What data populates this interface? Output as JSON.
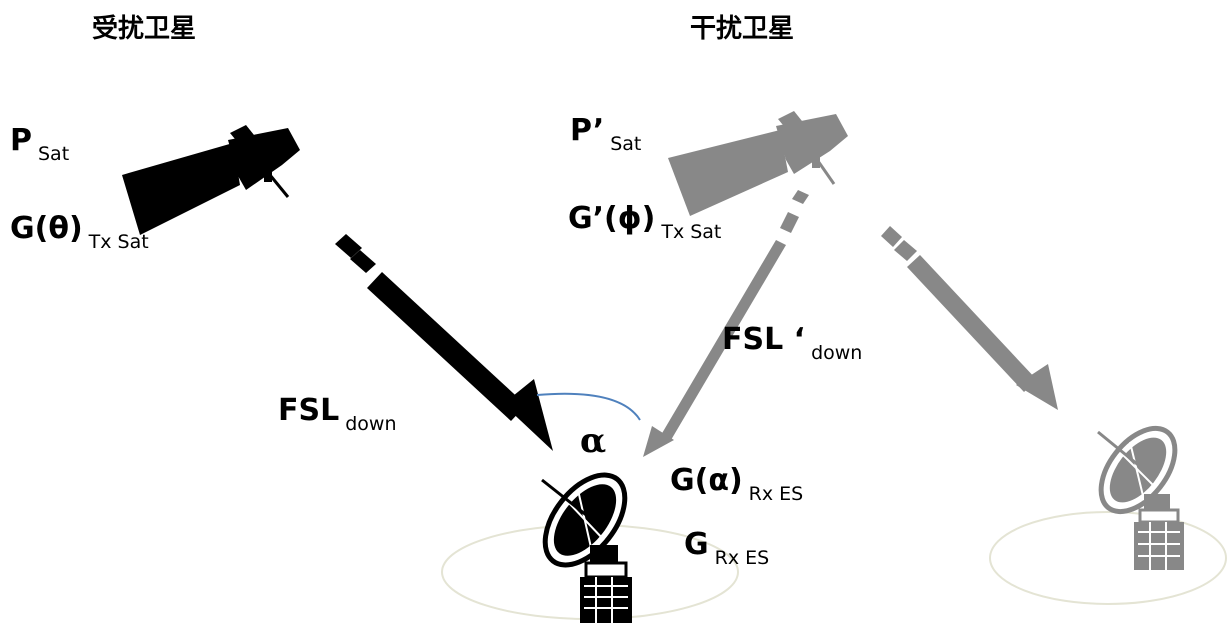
{
  "titles": {
    "victim": "受扰卫星",
    "interferer": "干扰卫星"
  },
  "labels": {
    "p_sat": {
      "main": "P",
      "sub": "Sat"
    },
    "g_theta": {
      "main": "G(θ)",
      "sub": "Tx Sat"
    },
    "p_prime_sat": {
      "main": "P’",
      "sub": "Sat"
    },
    "g_prime_phi": {
      "main": "G’(ϕ)",
      "sub": "Tx Sat"
    },
    "fsl_down": {
      "main": "FSL",
      "sub": "down"
    },
    "fsl_prime_down": {
      "main": "FSL ‘",
      "sub": "down"
    },
    "alpha": "α",
    "g_alpha": {
      "main": "G(α)",
      "sub": "Rx ES"
    },
    "g_rx": {
      "main": "G",
      "sub": "Rx ES"
    }
  },
  "colors": {
    "victim": "#000000",
    "interferer": "#808080",
    "angle_arc": "#4f81bd",
    "ground_ellipse": "#e4e4d4"
  }
}
